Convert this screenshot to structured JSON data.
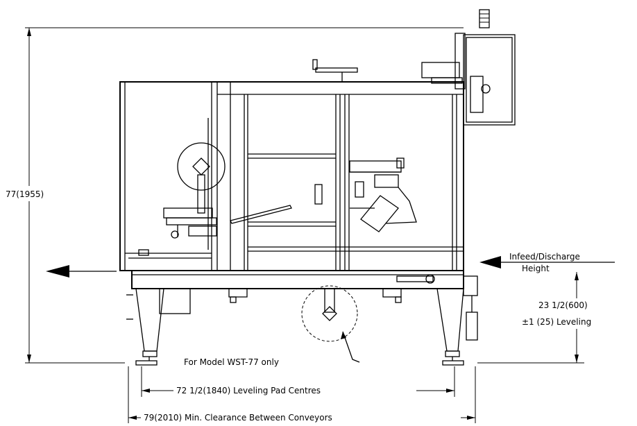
{
  "dimensions": {
    "overall_height": "77(1955)",
    "infeed_discharge_label_1": "Infeed/Discharge",
    "infeed_discharge_label_2": "Height",
    "conveyor_height_1": "23 1/2(600)",
    "conveyor_height_2": "±1 (25) Leveling",
    "model_note": "For Model WST-77 only",
    "pad_centres": "72 1/2(1840) Leveling Pad Centres",
    "min_clearance": "79(2010) Min. Clearance Between Conveyors"
  }
}
